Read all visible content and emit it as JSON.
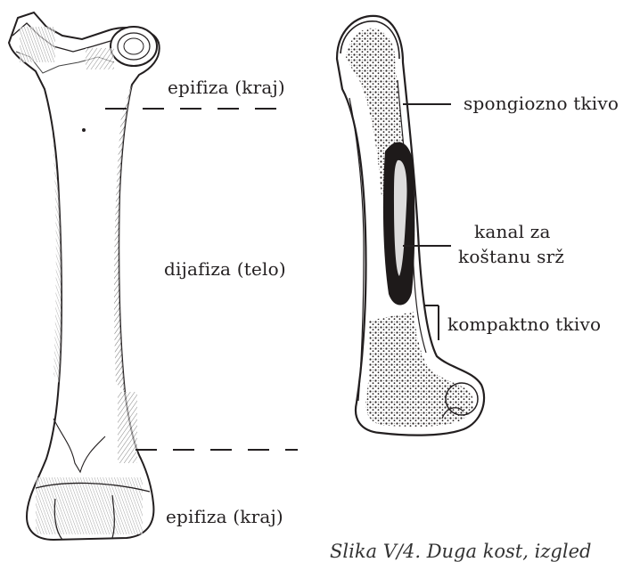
{
  "labels": {
    "epiphysis_top": "epifiza (kraj)",
    "diaphysis": "dijafiza (telo)",
    "epiphysis_bottom": "epifiza (kraj)",
    "spongy": "spongiozno tkivo",
    "canal_line1": "kanal za",
    "canal_line2": "koštanu srž",
    "compact": "kompaktno tkivo"
  },
  "caption": "Slika V/4. Duga kost, izgled",
  "colors": {
    "ink": "#231f20",
    "bone": "#ffffff",
    "marrow": "#1e1a1a"
  }
}
